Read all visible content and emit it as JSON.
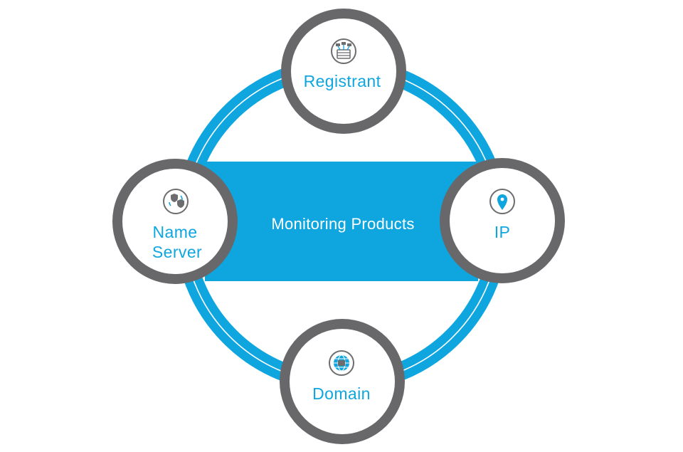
{
  "colors": {
    "accent": "#0fa6e0",
    "ring_gray": "#68686b",
    "icon_gray": "#6d6d70",
    "background": "#ffffff"
  },
  "center": {
    "label": "Monitoring Products"
  },
  "nodes": [
    {
      "id": "registrant",
      "label_lines": [
        "Registrant"
      ],
      "icon": "server-network-icon"
    },
    {
      "id": "ip",
      "label_lines": [
        "IP"
      ],
      "icon": "location-pin-icon"
    },
    {
      "id": "domain",
      "label_lines": [
        "Domain"
      ],
      "icon": "globe-icon"
    },
    {
      "id": "name-server",
      "label_lines": [
        "Name",
        "Server"
      ],
      "icon": "shield-sync-icon"
    }
  ]
}
